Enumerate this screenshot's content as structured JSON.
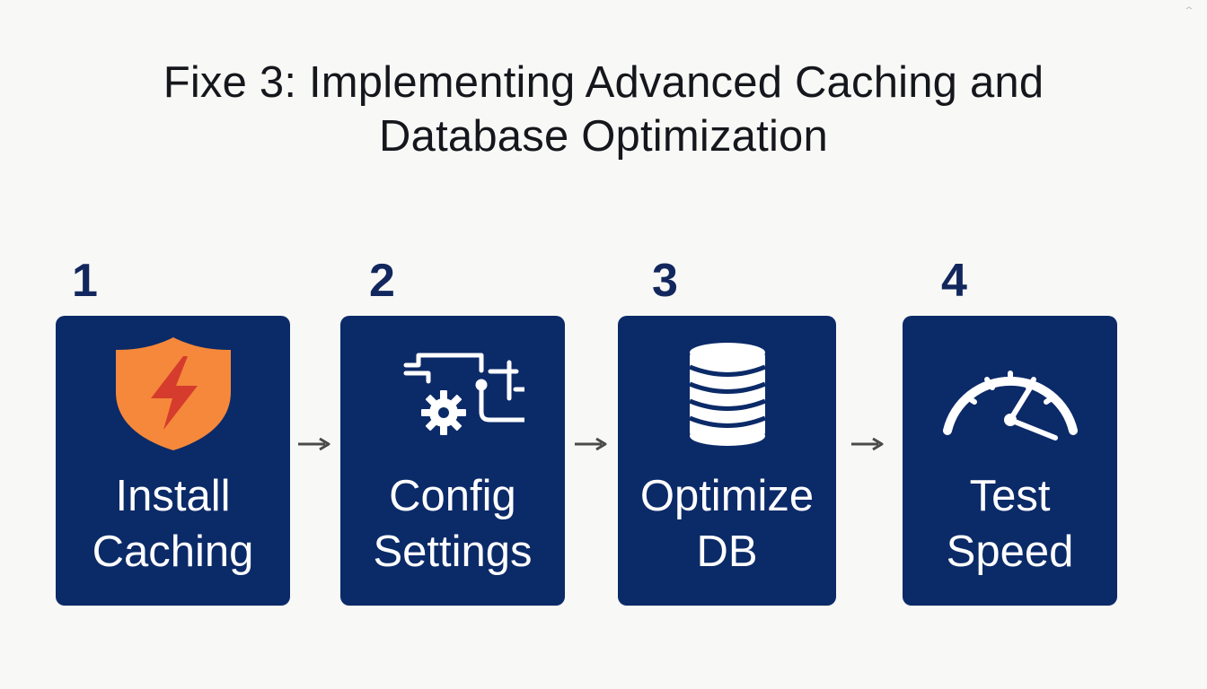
{
  "title": {
    "line1": "Fixe 3: Implementing Advanced Caching and",
    "line2": "Database Optimization"
  },
  "steps": [
    {
      "number": "1",
      "label_line1": "Install",
      "label_line2": "Caching",
      "icon": "shield-lightning-icon"
    },
    {
      "number": "2",
      "label_line1": "Config",
      "label_line2": "Settings",
      "icon": "gear-pipes-icon"
    },
    {
      "number": "3",
      "label_line1": "Optimize",
      "label_line2": "DB",
      "icon": "database-icon"
    },
    {
      "number": "4",
      "label_line1": "Test",
      "label_line2": "Speed",
      "icon": "speedometer-icon"
    }
  ],
  "colors": {
    "background": "#f8f8f7",
    "card": "#0b2a68",
    "number": "#12275d",
    "arrow": "#4a4a4a",
    "shield": "#f5883a",
    "bolt": "#d53c2d"
  },
  "arrow_icon": "arrow-right-icon"
}
